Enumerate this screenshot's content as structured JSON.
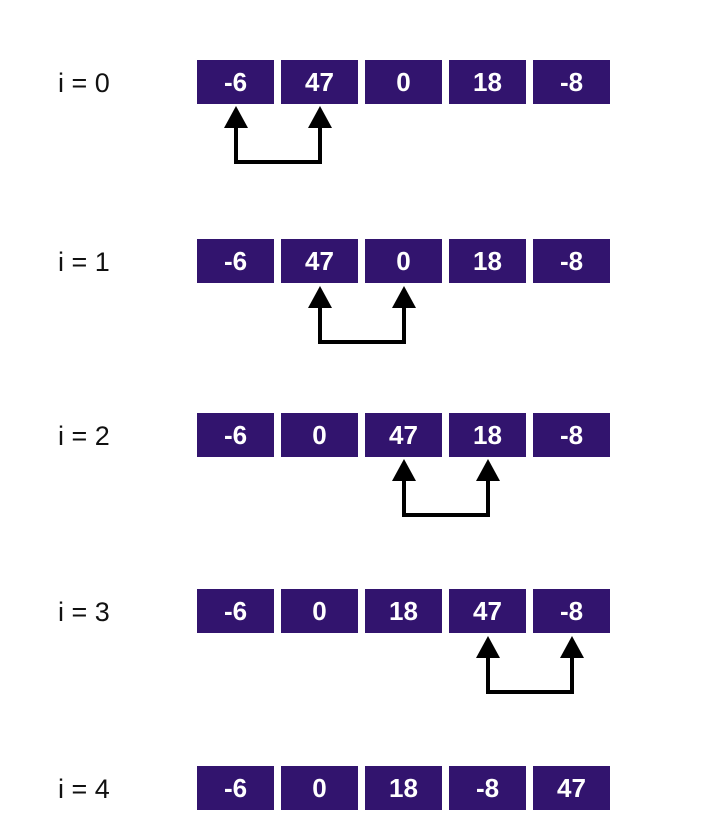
{
  "colors": {
    "cell_fill": "#32146e",
    "cell_text": "#ffffff",
    "arrow": "#000000",
    "label": "#111111"
  },
  "steps": [
    {
      "label": "i = 0",
      "cells": [
        "-6",
        "47",
        "0",
        "18",
        "-8"
      ],
      "compare": [
        0,
        1
      ]
    },
    {
      "label": "i = 1",
      "cells": [
        "-6",
        "47",
        "0",
        "18",
        "-8"
      ],
      "compare": [
        1,
        2
      ]
    },
    {
      "label": "i = 2",
      "cells": [
        "-6",
        "0",
        "47",
        "18",
        "-8"
      ],
      "compare": [
        2,
        3
      ]
    },
    {
      "label": "i = 3",
      "cells": [
        "-6",
        "0",
        "18",
        "47",
        "-8"
      ],
      "compare": [
        3,
        4
      ]
    },
    {
      "label": "i = 4",
      "cells": [
        "-6",
        "0",
        "18",
        "-8",
        "47"
      ],
      "compare": null
    }
  ]
}
